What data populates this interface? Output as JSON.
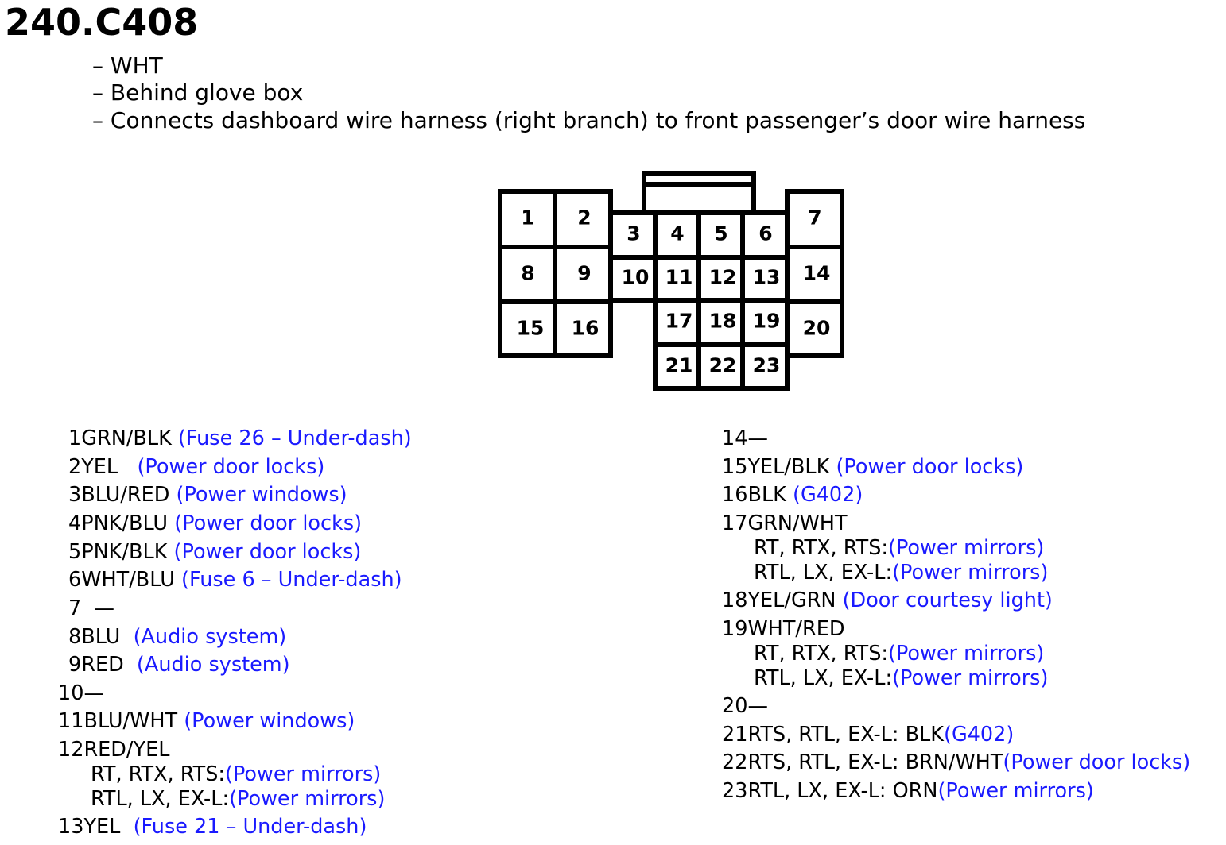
{
  "title": "240.C408",
  "bullets": [
    "– WHT",
    "– Behind glove box",
    "– Connects dashboard wire harness (right branch) to front passenger’s door wire harness"
  ],
  "pins": [
    "1",
    "2",
    "3",
    "4",
    "5",
    "6",
    "7",
    "8",
    "9",
    "10",
    "11",
    "12",
    "13",
    "14",
    "15",
    "16",
    "17",
    "18",
    "19",
    "20",
    "21",
    "22",
    "23"
  ],
  "colors": {
    "text": "#000000",
    "description": "#1a1aff",
    "connector_stroke": "#000000"
  },
  "left_list": {
    "pin1_num": "1",
    "pin1_wire": "GRN/BLK",
    "pin1_desc": "(Fuse 26 – Under-dash)",
    "pin2_num": "2",
    "pin2_wire": "YEL",
    "pin2_desc": "(Power door locks)",
    "pin3_num": "3",
    "pin3_wire": "BLU/RED",
    "pin3_desc": "(Power windows)",
    "pin4_num": "4",
    "pin4_wire": "PNK/BLU",
    "pin4_desc": "(Power door locks)",
    "pin5_num": "5",
    "pin5_wire": "PNK/BLK",
    "pin5_desc": "(Power door locks)",
    "pin6_num": "6",
    "pin6_wire": "WHT/BLU",
    "pin6_desc": "(Fuse 6 – Under-dash)",
    "pin7_num": "7",
    "pin7_wire": "—",
    "pin8_num": "8",
    "pin8_wire": "BLU",
    "pin8_desc": "(Audio system)",
    "pin9_num": "9",
    "pin9_wire": "RED",
    "pin9_desc": "(Audio system)",
    "pin10_num": "10",
    "pin10_wire": "—",
    "pin11_num": "11",
    "pin11_wire": "BLU/WHT",
    "pin11_desc": "(Power windows)",
    "pin12_num": "12",
    "pin12_wire": "RED/YEL",
    "pin12_sub1_models": "RT, RTX, RTS:",
    "pin12_sub1_desc": "(Power mirrors)",
    "pin12_sub2_models": "RTL, LX, EX-L:",
    "pin12_sub2_desc": "(Power mirrors)",
    "pin13_num": "13",
    "pin13_wire": "YEL",
    "pin13_desc": "(Fuse 21 – Under-dash)"
  },
  "right_list": {
    "pin14_num": "14",
    "pin14_wire": "—",
    "pin15_num": "15",
    "pin15_wire": "YEL/BLK",
    "pin15_desc": "(Power door locks)",
    "pin16_num": "16",
    "pin16_wire": "BLK",
    "pin16_desc": "(G402)",
    "pin17_num": "17",
    "pin17_wire": "GRN/WHT",
    "pin17_sub1_models": "RT, RTX, RTS:",
    "pin17_sub1_desc": "(Power mirrors)",
    "pin17_sub2_models": "RTL, LX, EX-L:",
    "pin17_sub2_desc": "(Power mirrors)",
    "pin18_num": "18",
    "pin18_wire": "YEL/GRN",
    "pin18_desc": "(Door courtesy light)",
    "pin19_num": "19",
    "pin19_wire": "WHT/RED",
    "pin19_sub1_models": "RT, RTX, RTS:",
    "pin19_sub1_desc": "(Power mirrors)",
    "pin19_sub2_models": "RTL, LX, EX-L:",
    "pin19_sub2_desc": "(Power mirrors)",
    "pin20_num": "20",
    "pin20_wire": "—",
    "pin21_num": "21",
    "pin21_wire": "RTS, RTL, EX-L: BLK",
    "pin21_desc": "(G402)",
    "pin22_num": "22",
    "pin22_wire": "RTS, RTL, EX-L: BRN/WHT",
    "pin22_desc": "(Power door locks)",
    "pin23_num": "23",
    "pin23_wire": "RTL, LX, EX-L: ORN",
    "pin23_desc": "(Power mirrors)"
  }
}
